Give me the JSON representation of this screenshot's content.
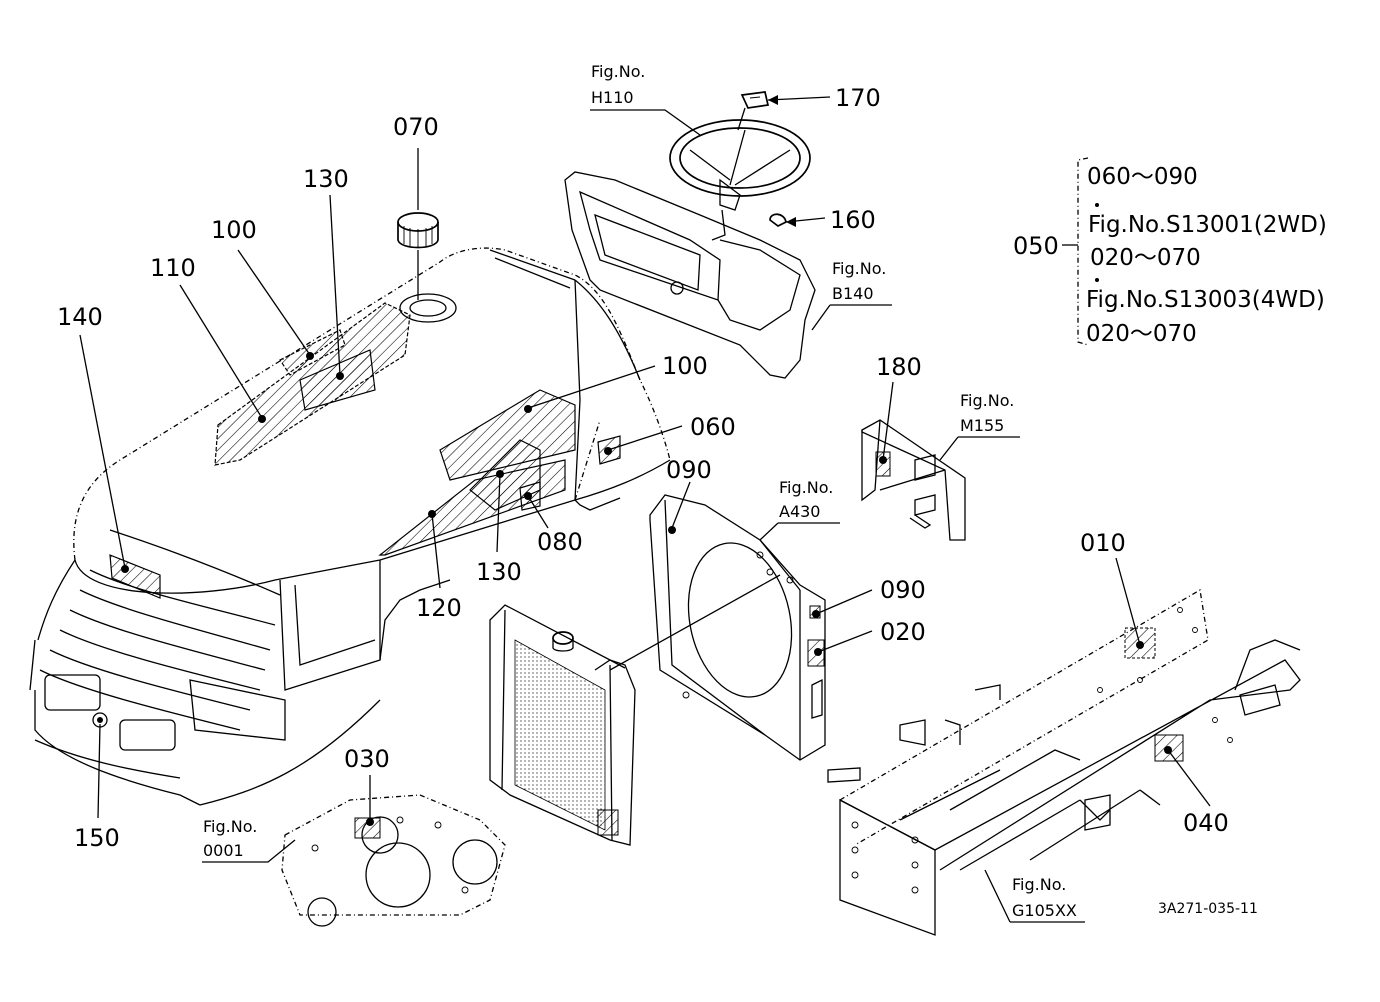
{
  "parts": {
    "p010": "010",
    "p020": "020",
    "p030": "030",
    "p040": "040",
    "p050": "050",
    "p060": "060",
    "p070": "070",
    "p080": "080",
    "p090a": "090",
    "p090b": "090",
    "p100a": "100",
    "p100b": "100",
    "p110": "110",
    "p120": "120",
    "p130a": "130",
    "p130b": "130",
    "p140": "140",
    "p150": "150",
    "p160": "160",
    "p170": "170",
    "p180": "180"
  },
  "figure_refs": {
    "h110": {
      "label": "Fig.No.",
      "code": "H110"
    },
    "b140": {
      "label": "Fig.No.",
      "code": "B140"
    },
    "m155": {
      "label": "Fig.No.",
      "code": "M155"
    },
    "a430": {
      "label": "Fig.No.",
      "code": "A430"
    },
    "f0001": {
      "label": "Fig.No.",
      "code": "0001"
    },
    "g105": {
      "label": "Fig.No.",
      "code": "G105XX"
    }
  },
  "bracket_050": {
    "line1": "060～090",
    "line2": "Fig.No.S13001(2WD)",
    "line3": "020～070",
    "line4": "Fig.No.S13003(4WD)",
    "line5": "020～070"
  },
  "diagram_code": "3A271-035-11"
}
